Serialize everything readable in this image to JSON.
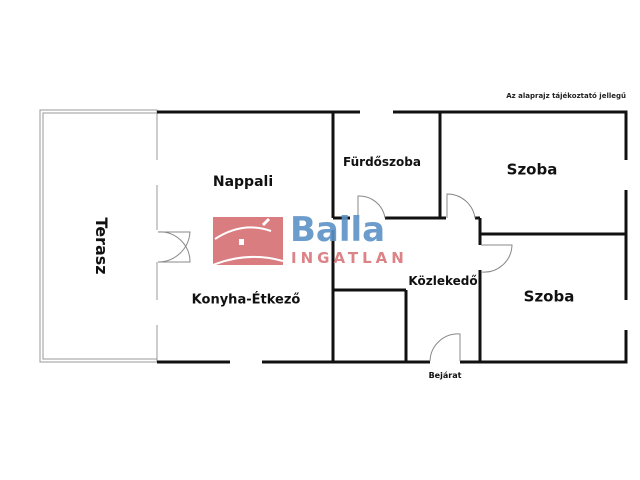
{
  "note": "Az alaprajz tájékoztató jellegű",
  "rooms": {
    "terrace": "Terasz",
    "living": "Nappali",
    "kitchen": "Konyha-Étkező",
    "bathroom": "Fürdőszoba",
    "room1": "Szoba",
    "room2": "Szoba",
    "hall": "Közlekedő",
    "entrance": "Bejárat"
  },
  "logo": {
    "word": "Balla",
    "sub": "INGATLAN",
    "colors": {
      "blue": "#5b92c6",
      "red": "#d8767a"
    }
  }
}
